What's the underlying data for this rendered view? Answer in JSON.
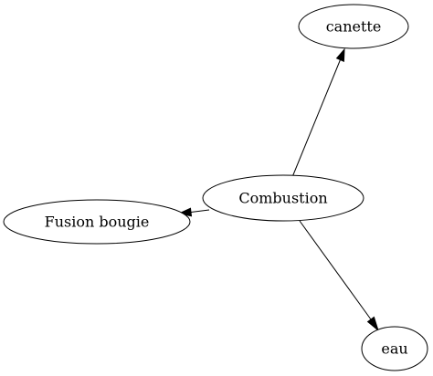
{
  "graph": {
    "nodes": {
      "combustion": "Combustion",
      "canette": "canette",
      "fusion_bougie": "Fusion bougie",
      "eau": "eau"
    },
    "edges": [
      {
        "from": "combustion",
        "to": "canette"
      },
      {
        "from": "combustion",
        "to": "fusion_bougie"
      },
      {
        "from": "combustion",
        "to": "eau"
      }
    ]
  }
}
